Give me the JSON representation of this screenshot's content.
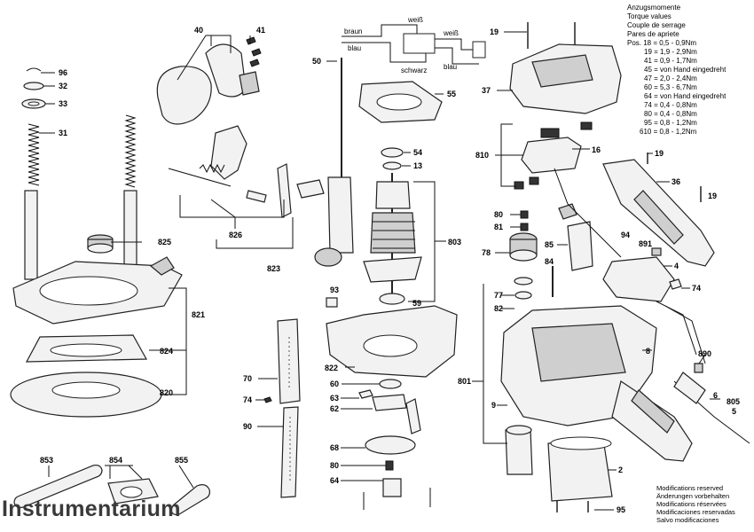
{
  "labels": {
    "l96": "96",
    "l32": "32",
    "l33": "33",
    "l31": "31",
    "l825": "825",
    "l821": "821",
    "l824": "824",
    "l820": "820",
    "l853": "853",
    "l854": "854",
    "l855": "855",
    "l40": "40",
    "l41": "41",
    "l826": "826",
    "l823": "823",
    "l70": "70",
    "l74a": "74",
    "l90": "90",
    "l50": "50",
    "l55": "55",
    "l54": "54",
    "l13": "13",
    "l803": "803",
    "l93": "93",
    "l59": "59",
    "l822": "822",
    "l60": "60",
    "l63": "63",
    "l62": "62",
    "l68": "68",
    "l80a": "80",
    "l64": "64",
    "l19a": "19",
    "l37": "37",
    "l810": "810",
    "l16": "16",
    "l19b": "19",
    "l36": "36",
    "l19c": "19",
    "l80b": "80",
    "l81": "81",
    "l85": "85",
    "l94": "94",
    "l891": "891",
    "l78": "78",
    "l84": "84",
    "l4": "4",
    "l74b": "74",
    "l77": "77",
    "l82": "82",
    "l801": "801",
    "l9": "9",
    "l8": "8",
    "l890": "890",
    "l6": "6",
    "l805": "805",
    "l5": "5",
    "l2": "2",
    "l95": "95"
  },
  "torque": {
    "title_de": "Anzugsmomente",
    "title_en": "Torque values",
    "title_fr": "Couple de serrage",
    "title_ro": "Pares de apriete",
    "rows": [
      "Pos. 18 = 0,5 - 0,9Nm",
      "19 = 1,9 - 2,9Nm",
      "41 = 0,9 - 1,7Nm",
      "45 = von Hand eingedreht",
      "47 = 2,0 - 2,4Nm",
      "60 = 5,3 - 6,7Nm",
      "64 = von Hand eingedreht",
      "74 = 0,4 - 0,8Nm",
      "80 = 0,4 - 0,8Nm",
      "95 = 0,8 - 1,2Nm",
      "610 = 0,8 - 1,2Nm"
    ]
  },
  "wiring": {
    "braun": "braun",
    "blau": "blau",
    "weiss": "weiß",
    "schwarz": "schwarz",
    "weiss2": "weiß",
    "blau2": "blau"
  },
  "modifications": [
    "Modifications reserved",
    "Änderungen vorbehalten",
    "Modifications réservées",
    "Modificaciones reservadas",
    "Salvo modificaciones"
  ],
  "watermark": "Instrumentarium"
}
